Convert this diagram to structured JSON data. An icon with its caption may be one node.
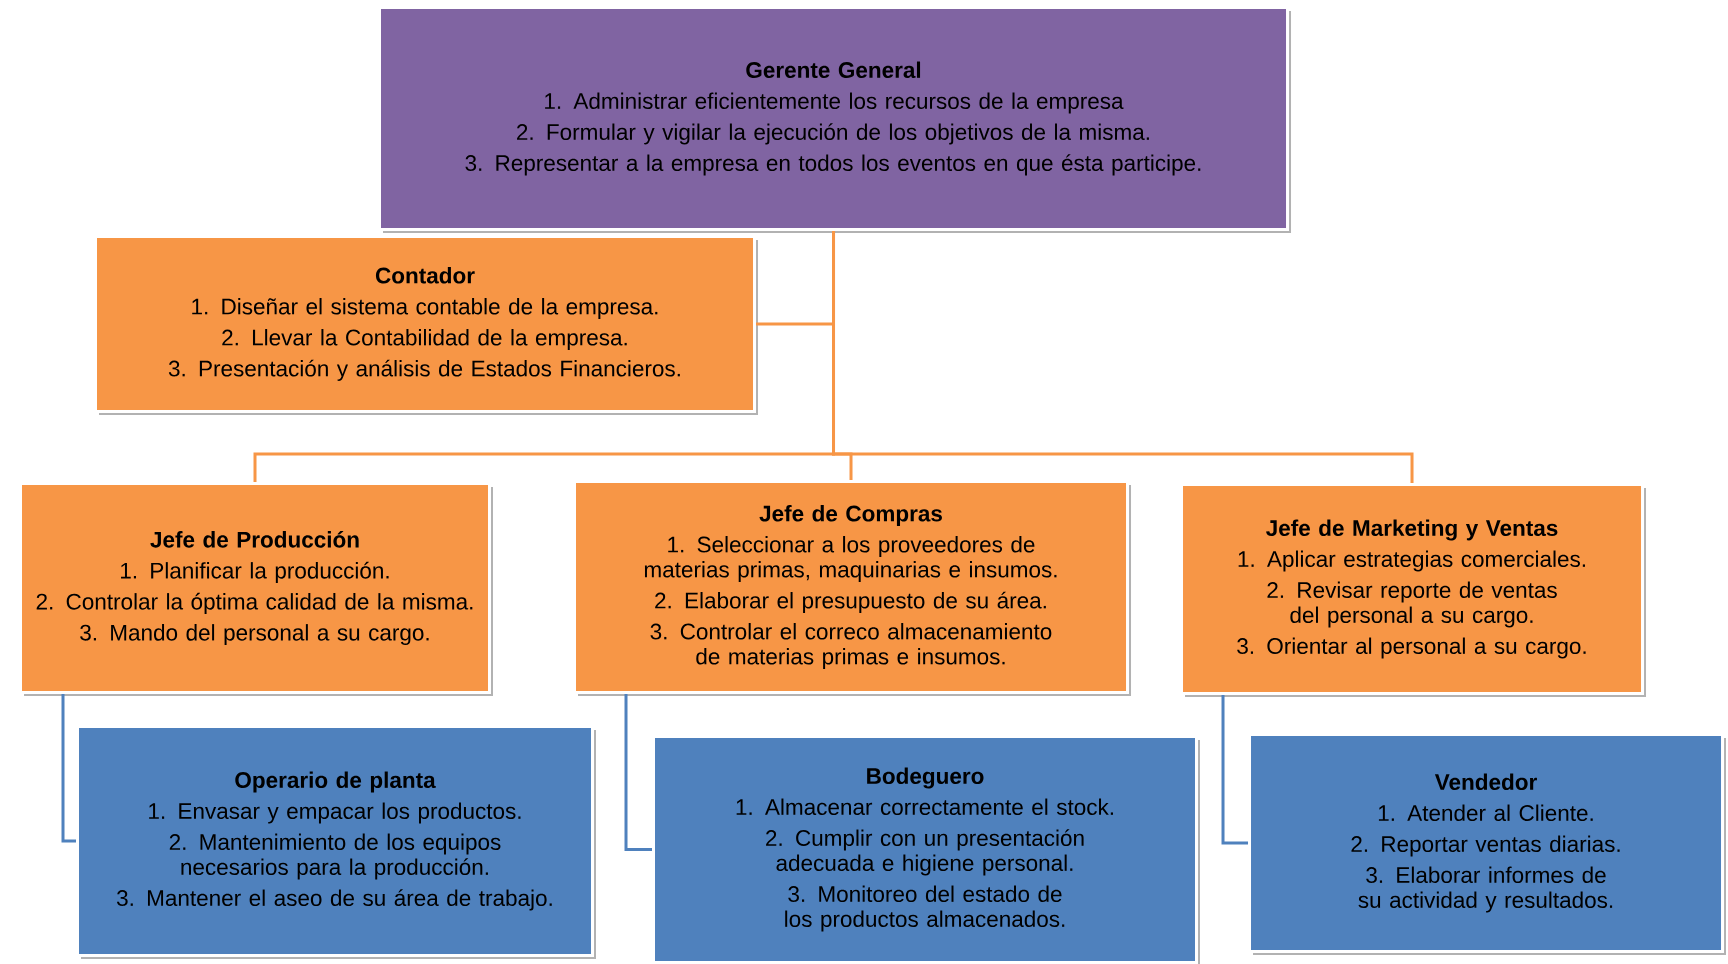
{
  "diagram": {
    "nodes": [
      {
        "text": [
          "Gerente General",
          "1. Administrar eficientemente los recursos de la empresa",
          "2. Formular y vigilar la ejecución de los objetivos de la misma.",
          "3. Representar a la empresa en todos los eventos en que ésta participe."
        ]
      },
      {
        "text": [
          "Contador",
          "1. Diseñar el sistema contable de la empresa.",
          "2. Llevar la Contabilidad de la empresa.",
          "3. Presentación y análisis de Estados Financieros."
        ]
      },
      {
        "text": [
          "Jefe de Producción",
          "1. Planificar la producción.",
          "2. Controlar la óptima calidad de la misma.",
          "3. Mando del personal a su cargo."
        ]
      },
      {
        "text": [
          "Jefe de Compras",
          "1. Seleccionar a los proveedores de materias primas, maquinarias e insumos.",
          "2. Elaborar el presupuesto de su área.",
          "3. Controlar el correco almacenamiento de materias primas e insumos."
        ]
      },
      {
        "text": [
          "Jefe de Marketing y Ventas",
          "1. Aplicar estrategias comerciales.",
          "2. Revisar reporte de ventas del personal a su cargo.",
          "3. Orientar al personal a su cargo."
        ]
      },
      {
        "text": [
          "Operario de planta",
          "1. Envasar y empacar los productos.",
          "2. Mantenimiento de los equipos necesarios para la producción.",
          "3. Mantener el aseo de su área de trabajo."
        ]
      },
      {
        "text": [
          "Bodeguero",
          "1. Almacenar correctamente el stock.",
          "2. Cumplir con un presentación adecuada e higiene personal.",
          "3. Monitoreo del estado de los productos almacenados."
        ]
      },
      {
        "text": [
          "Vendedor",
          "1. Atender al Cliente.",
          "2. Reportar ventas diarias.",
          "3. Elaborar informes de su actividad y resultados."
        ]
      }
    ],
    "edges": [
      {
        "from": 0,
        "to": 1,
        "arrow": "none"
      },
      {
        "from": 0,
        "to": 2,
        "arrow": "none"
      },
      {
        "from": 0,
        "to": 3,
        "arrow": "none"
      },
      {
        "from": 0,
        "to": 4,
        "arrow": "none"
      },
      {
        "from": 2,
        "to": 5,
        "arrow": "none",
        "color": "#4f81bd"
      },
      {
        "from": 3,
        "to": 6,
        "arrow": "none",
        "color": "#4f81bd"
      },
      {
        "from": 4,
        "to": 7,
        "arrow": "none",
        "color": "#4f81bd"
      }
    ]
  }
}
